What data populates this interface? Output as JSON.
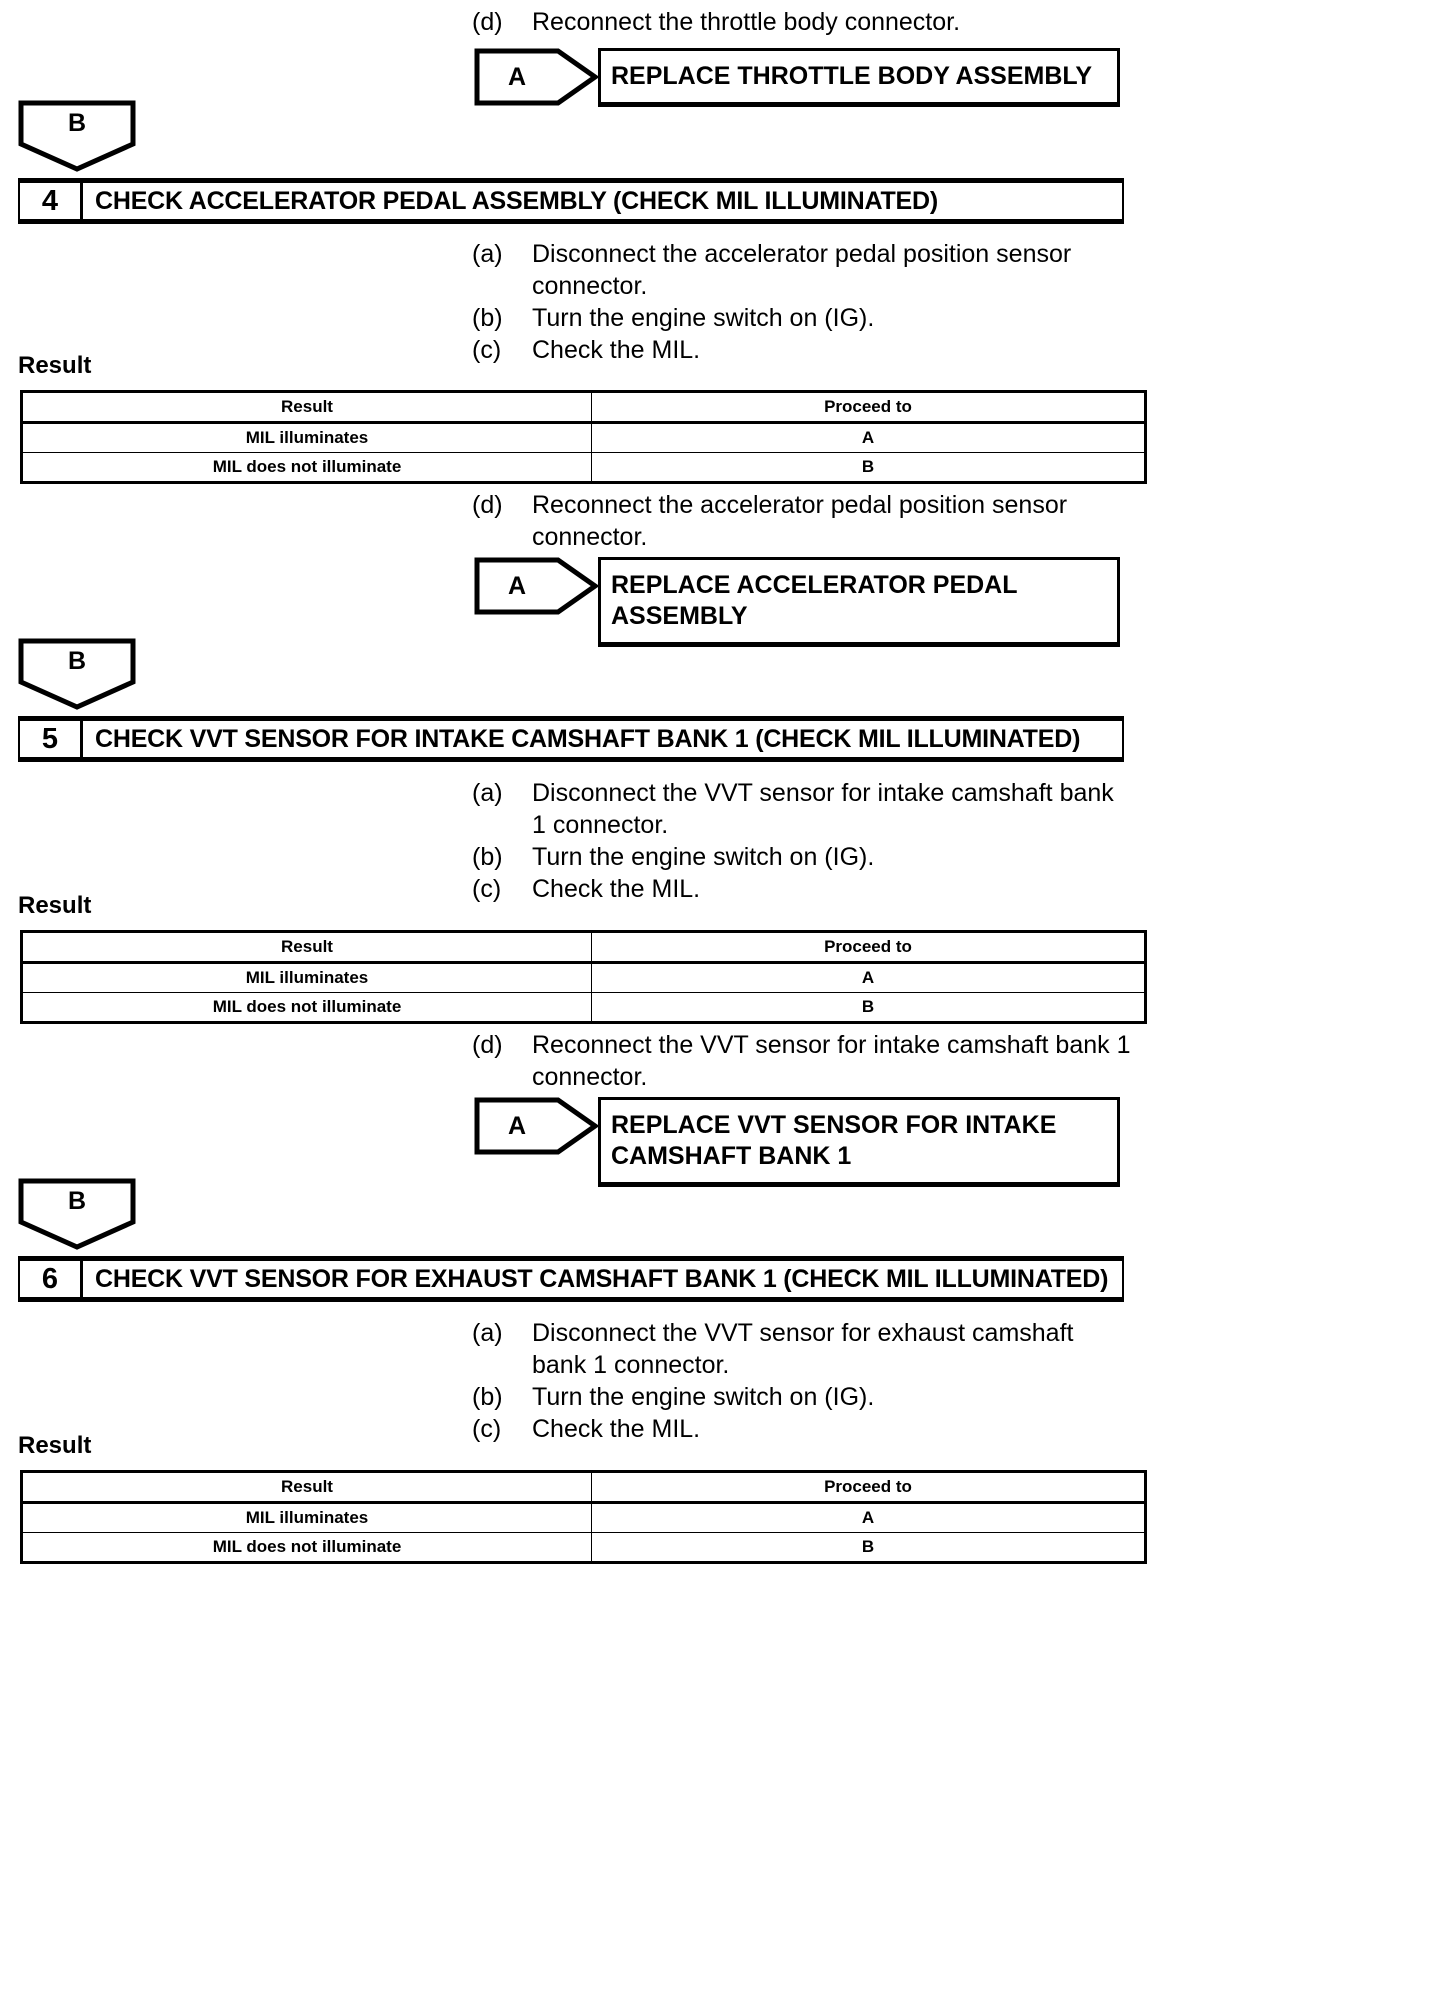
{
  "page": {
    "sections": [
      {
        "id": "step3-tail",
        "instruction": {
          "marker": "(d)",
          "text": "Reconnect the throttle body connector."
        },
        "action": {
          "connector": "A",
          "label": "REPLACE THROTTLE BODY ASSEMBLY"
        },
        "exit_connector": "B"
      },
      {
        "id": "step4",
        "number": "4",
        "title": "CHECK ACCELERATOR PEDAL ASSEMBLY (CHECK MIL ILLUMINATED)",
        "instructions": [
          {
            "marker": "(a)",
            "text": "Disconnect the accelerator pedal position sensor connector."
          },
          {
            "marker": "(b)",
            "text": "Turn the engine switch on (IG)."
          },
          {
            "marker": "(c)",
            "text": "Check the MIL."
          }
        ],
        "result_caption": "Result",
        "table": {
          "headers": [
            "Result",
            "Proceed to"
          ],
          "rows": [
            [
              "MIL illuminates",
              "A"
            ],
            [
              "MIL does not illuminate",
              "B"
            ]
          ]
        },
        "instruction_d": {
          "marker": "(d)",
          "text": "Reconnect the accelerator pedal position sensor connector."
        },
        "action": {
          "connector": "A",
          "label": "REPLACE ACCELERATOR PEDAL ASSEMBLY"
        },
        "exit_connector": "B"
      },
      {
        "id": "step5",
        "number": "5",
        "title": "CHECK VVT SENSOR FOR INTAKE CAMSHAFT BANK 1 (CHECK MIL ILLUMINATED)",
        "instructions": [
          {
            "marker": "(a)",
            "text": "Disconnect the VVT sensor for intake camshaft bank 1 connector."
          },
          {
            "marker": "(b)",
            "text": "Turn the engine switch on (IG)."
          },
          {
            "marker": "(c)",
            "text": "Check the MIL."
          }
        ],
        "result_caption": "Result",
        "table": {
          "headers": [
            "Result",
            "Proceed to"
          ],
          "rows": [
            [
              "MIL illuminates",
              "A"
            ],
            [
              "MIL does not illuminate",
              "B"
            ]
          ]
        },
        "instruction_d": {
          "marker": "(d)",
          "text": "Reconnect the VVT sensor for intake camshaft bank 1 connector."
        },
        "action": {
          "connector": "A",
          "label": "REPLACE VVT SENSOR FOR INTAKE CAMSHAFT BANK 1"
        },
        "exit_connector": "B"
      },
      {
        "id": "step6",
        "number": "6",
        "title": "CHECK VVT SENSOR FOR EXHAUST CAMSHAFT BANK 1 (CHECK MIL ILLUMINATED)",
        "instructions": [
          {
            "marker": "(a)",
            "text": "Disconnect the VVT sensor for exhaust camshaft bank 1 connector."
          },
          {
            "marker": "(b)",
            "text": "Turn the engine switch on (IG)."
          },
          {
            "marker": "(c)",
            "text": "Check the MIL."
          }
        ],
        "result_caption": "Result",
        "table": {
          "headers": [
            "Result",
            "Proceed to"
          ],
          "rows": [
            [
              "MIL illuminates",
              "A"
            ],
            [
              "MIL does not illuminate",
              "B"
            ]
          ]
        }
      }
    ]
  },
  "colors": {
    "ink": "#000000",
    "paper": "#ffffff"
  }
}
